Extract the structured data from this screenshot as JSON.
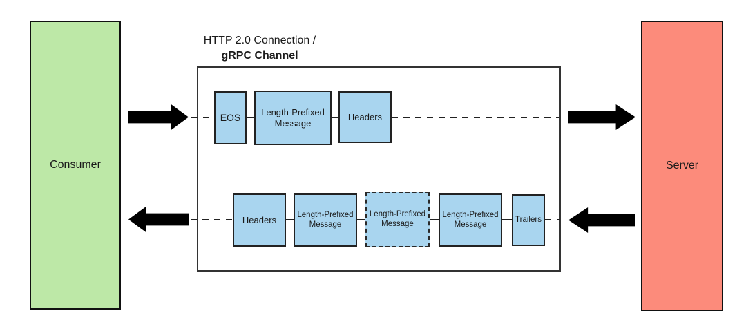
{
  "diagram": {
    "consumer": {
      "label": "Consumer",
      "fill": "#BDE8A7"
    },
    "server": {
      "label": "Server",
      "fill": "#FC8B7B"
    },
    "channel": {
      "title_line1": "HTTP 2.0 Connection /",
      "title_line2": "gRPC Channel"
    },
    "request_flow": {
      "direction": "consumer-to-server",
      "frames": [
        {
          "label": "EOS",
          "border": "solid"
        },
        {
          "label": "Length-Prefixed Message",
          "border": "solid"
        },
        {
          "label": "Headers",
          "border": "solid"
        }
      ]
    },
    "response_flow": {
      "direction": "server-to-consumer",
      "frames": [
        {
          "label": "Headers",
          "border": "solid"
        },
        {
          "label": "Length-Prefixed Message",
          "border": "solid"
        },
        {
          "label": "Length-Prefixed Message",
          "border": "dashed"
        },
        {
          "label": "Length-Prefixed Message",
          "border": "solid"
        },
        {
          "label": "Trailers",
          "border": "solid"
        }
      ]
    },
    "colors": {
      "frame_fill": "#A9D5EF",
      "arrow": "#000000",
      "line": "#222222",
      "border": "#111111"
    }
  }
}
